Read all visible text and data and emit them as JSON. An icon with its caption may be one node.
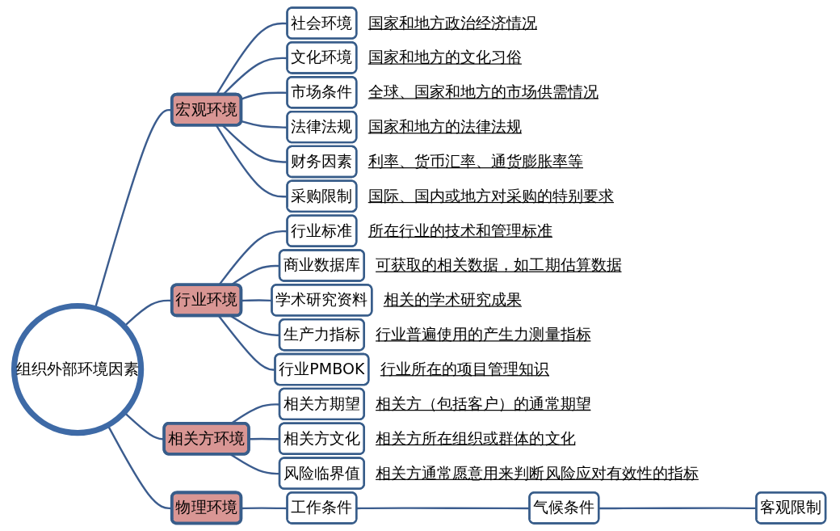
{
  "diagram": {
    "nodes": [
      {
        "text": [
          "组织外部环境因素"
        ]
      },
      {
        "text": [
          "宏观环境"
        ]
      },
      {
        "text": [
          "社会环境"
        ],
        "beside": [
          "国家和地方政治经济情况"
        ]
      },
      {
        "text": [
          "文化环境"
        ],
        "beside": [
          "国家和地方的文化习俗"
        ]
      },
      {
        "text": [
          "市场条件"
        ],
        "beside": [
          "全球、国家和地方的市场供需情况"
        ]
      },
      {
        "text": [
          "法律法规"
        ],
        "beside": [
          "国家和地方的法律法规"
        ]
      },
      {
        "text": [
          "财务因素"
        ],
        "beside": [
          "利率、货币汇率、通货膨胀率等"
        ]
      },
      {
        "text": [
          "采购限制"
        ],
        "beside": [
          "国际、国内或地方对采购的特别要求"
        ]
      },
      {
        "text": [
          "行业环境"
        ]
      },
      {
        "text": [
          "行业标准"
        ],
        "beside": [
          "所在行业的技术和管理标准"
        ]
      },
      {
        "text": [
          "商业数据库"
        ],
        "beside": [
          "可获取的相关数据，如工期估算数据"
        ]
      },
      {
        "text": [
          "学术研究资料"
        ],
        "beside": [
          "相关的学术研究成果"
        ]
      },
      {
        "text": [
          "生产力指标"
        ],
        "beside": [
          "行业普遍使用的产生力测量指标"
        ]
      },
      {
        "text": [
          "行业PMBOK"
        ],
        "beside": [
          "行业所在的项目管理知识"
        ]
      },
      {
        "text": [
          "相关方环境"
        ]
      },
      {
        "text": [
          "相关方期望"
        ],
        "beside": [
          "相关方（包括客户）的通常期望"
        ]
      },
      {
        "text": [
          "相关方文化"
        ],
        "beside": [
          "相关方所在组织或群体的文化"
        ]
      },
      {
        "text": [
          "风险临界值"
        ],
        "beside": [
          "相关方通常愿意用来判断风险应对有效性的指标"
        ]
      },
      {
        "text": [
          "物理环境"
        ]
      },
      {
        "text": [
          "工作条件"
        ]
      },
      {
        "text": [
          "气候条件"
        ]
      },
      {
        "text": [
          "客观限制"
        ]
      }
    ],
    "edges": [
      {
        "from": 0,
        "to": 1,
        "arrow": "none"
      },
      {
        "from": 1,
        "to": 2,
        "arrow": "none"
      },
      {
        "from": 1,
        "to": 3,
        "arrow": "none"
      },
      {
        "from": 1,
        "to": 4,
        "arrow": "none"
      },
      {
        "from": 1,
        "to": 5,
        "arrow": "none"
      },
      {
        "from": 1,
        "to": 6,
        "arrow": "none"
      },
      {
        "from": 1,
        "to": 7,
        "arrow": "none"
      },
      {
        "from": 0,
        "to": 8,
        "arrow": "none"
      },
      {
        "from": 8,
        "to": 9,
        "arrow": "none"
      },
      {
        "from": 8,
        "to": 10,
        "arrow": "none"
      },
      {
        "from": 8,
        "to": 11,
        "arrow": "none"
      },
      {
        "from": 8,
        "to": 12,
        "arrow": "none"
      },
      {
        "from": 8,
        "to": 13,
        "arrow": "none"
      },
      {
        "from": 0,
        "to": 14,
        "arrow": "none"
      },
      {
        "from": 14,
        "to": 15,
        "arrow": "none"
      },
      {
        "from": 14,
        "to": 16,
        "arrow": "none"
      },
      {
        "from": 14,
        "to": 17,
        "arrow": "none"
      },
      {
        "from": 0,
        "to": 18,
        "arrow": "none"
      },
      {
        "from": 18,
        "to": 19,
        "arrow": "none"
      },
      {
        "from": 19,
        "to": 20,
        "arrow": "none"
      },
      {
        "from": 20,
        "to": 21,
        "arrow": "none"
      }
    ]
  }
}
